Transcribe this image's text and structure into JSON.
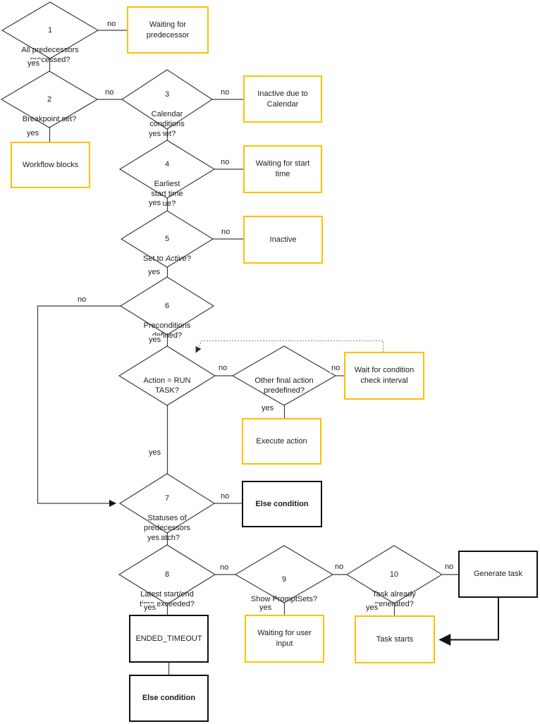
{
  "colors": {
    "accent": "#FFC000",
    "line": "#3d3d3d"
  },
  "edge_labels": {
    "yes": "yes",
    "no": "no"
  },
  "diamonds": [
    {
      "number": "1",
      "label": "All predecessors\nprocessed?"
    },
    {
      "number": "2",
      "label": "Breakpoint set?"
    },
    {
      "number": "3",
      "label": "Calendar\nconditions\nmet?"
    },
    {
      "number": "4",
      "label": "Earliest\nstart time\ndue?"
    },
    {
      "number": "5",
      "prefix": "Set to ",
      "italic": "Active",
      "suffix": "?"
    },
    {
      "number": "6",
      "label": "Preconditions\ndefined?"
    },
    {
      "number": "",
      "label": "Action = RUN\nTASK?"
    },
    {
      "number": "",
      "label": "Other final action\npredefined?"
    },
    {
      "number": "7",
      "label": "Statuses of\npredecessors\nmatch?"
    },
    {
      "number": "8",
      "label": "Latest start/end\ntime exceeded?"
    },
    {
      "number": "9",
      "label": "Show PromptSets?"
    },
    {
      "number": "10",
      "label": "Task already\ngenerated?"
    }
  ],
  "boxes": [
    {
      "label": "Waiting for\npredecessor"
    },
    {
      "label": "Inactive due to\nCalendar"
    },
    {
      "label": "Workflow blocks"
    },
    {
      "label": "Waiting for start\ntime"
    },
    {
      "label": "Inactive"
    },
    {
      "label": "Wait for condition\ncheck interval"
    },
    {
      "label": "Execute action"
    },
    {
      "label": "Else condition"
    },
    {
      "label": "ENDED_TIMEOUT"
    },
    {
      "label": "Waiting for user\ninput"
    },
    {
      "label": "Task starts"
    },
    {
      "label": "Generate task"
    },
    {
      "label": "Else condition"
    }
  ]
}
